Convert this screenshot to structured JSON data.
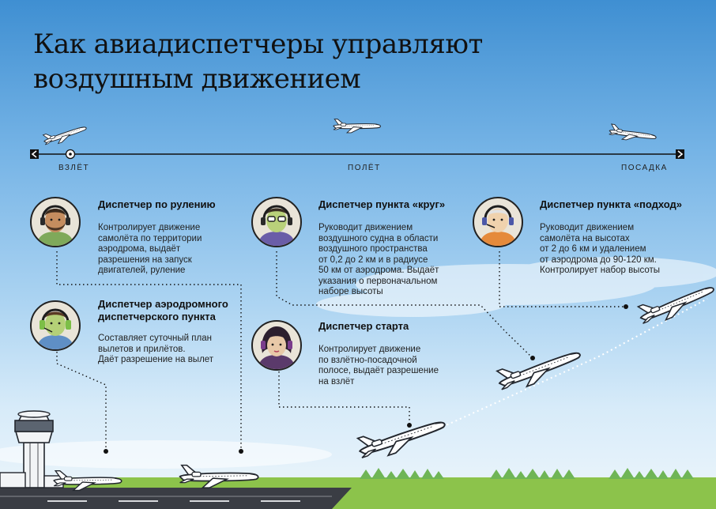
{
  "title": {
    "line1": "Как авиадиспетчеры управляют",
    "line2": "воздушным движением"
  },
  "timeline": {
    "takeoff": "ВЗЛЁТ",
    "flight": "ПОЛЁТ",
    "landing": "ПОСАДКА"
  },
  "roles": {
    "taxi": {
      "name": "Диспетчер по рулению",
      "desc": [
        "Контролирует движение",
        "самолёта по территории",
        "аэродрома, выдаёт",
        "разрешения на запуск",
        "двигателей, руление"
      ]
    },
    "aerodrome": {
      "name": [
        "Диспетчер аэродромного",
        "диспетчерского пункта"
      ],
      "desc": [
        "Составляет суточный план",
        "вылетов и прилётов.",
        "Даёт разрешение на вылет"
      ]
    },
    "circle": {
      "name": "Диспетчер пункта «круг»",
      "desc": [
        "Руководит движением",
        "воздушного судна в области",
        "воздушного пространства",
        "от 0,2 до 2 км и в радиусе",
        "50 км от аэродрома. Выдаёт",
        "указания о первоначальном",
        "наборе высоты"
      ]
    },
    "start": {
      "name": "Диспетчер старта",
      "desc": [
        "Контролирует движение",
        "по взлётно-посадочной",
        "полосе, выдаёт разрешение",
        "на взлёт"
      ]
    },
    "approach": {
      "name": "Диспетчер пункта «подход»",
      "desc": [
        "Руководит движением",
        "самолёта на высотах",
        "от 2 до 6 км и удалением",
        "от аэродрома до 90-120 км.",
        "Контролирует набор высоты"
      ]
    }
  },
  "colors": {
    "sky_top": "#3f8fd2",
    "runway": "#3a3d44",
    "grass": "#8cc34b",
    "forest": "#6fb556",
    "line": "#111111"
  },
  "icons": {
    "plane": "airplane-icon",
    "tower": "control-tower-icon",
    "avatar": "controller-avatar-icon",
    "arrow_left": "arrow-left-icon",
    "arrow_right": "arrow-right-icon"
  }
}
